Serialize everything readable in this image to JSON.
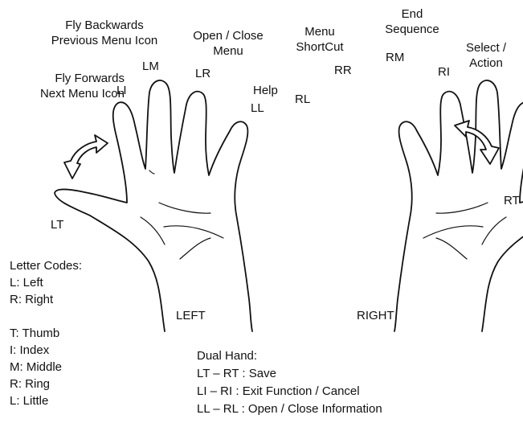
{
  "labels": {
    "fly_backwards": "Fly Backwards",
    "previous_menu_icon": "Previous Menu Icon",
    "open_close": "Open / Close",
    "menu": "Menu",
    "fly_forwards": "Fly Forwards",
    "next_menu_icon": "Next Menu Icon",
    "help": "Help",
    "menu_shortcut_1": "Menu",
    "menu_shortcut_2": "ShortCut",
    "end": "End",
    "sequence": "Sequence",
    "select": "Select /",
    "action": "Action",
    "li": "LI",
    "lm": "LM",
    "lr": "LR",
    "ll": "LL",
    "lt": "LT",
    "rl": "RL",
    "rr": "RR",
    "rm": "RM",
    "ri": "RI",
    "rt": "RT",
    "left": "LEFT",
    "right": "RIGHT"
  },
  "legend": {
    "title": "Letter Codes:",
    "items": [
      "L: Left",
      "R: Right",
      "T: Thumb",
      "I: Index",
      "M: Middle",
      "R: Ring",
      "L: Little"
    ]
  },
  "dual_hand": {
    "title": "Dual Hand:",
    "items": [
      "LT – RT : Save",
      "LI – RI : Exit Function / Cancel",
      "LL – RL : Open / Close Information"
    ]
  }
}
